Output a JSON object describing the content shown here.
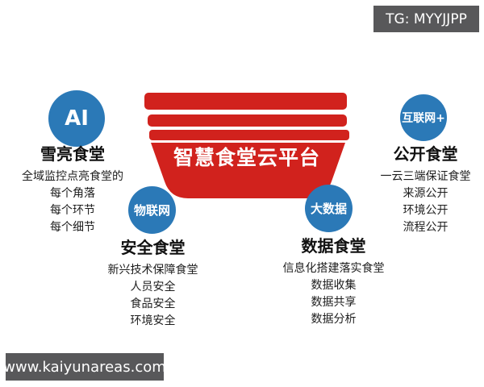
{
  "header_badge": {
    "label": "TG: MYYJJPP"
  },
  "footer_badge": {
    "label": "www.kaiyunareas.com"
  },
  "center_bowl": {
    "title": "智慧食堂云平台"
  },
  "groups": [
    {
      "circle_label": "AI",
      "heading": "雪亮食堂",
      "lines": [
        "全域监控点亮食堂的",
        "每个角落",
        "每个环节",
        "每个细节"
      ]
    },
    {
      "circle_label": "物联网",
      "heading": "安全食堂",
      "lines": [
        "新兴技术保障食堂",
        "人员安全",
        "食品安全",
        "环境安全"
      ]
    },
    {
      "circle_label": "大数据",
      "heading": "数据食堂",
      "lines": [
        "信息化搭建落实食堂",
        "数据收集",
        "数据共享",
        "数据分析"
      ]
    },
    {
      "circle_label": "互联网+",
      "heading": "公开食堂",
      "lines": [
        "一云三端保证食堂",
        "来源公开",
        "环境公开",
        "流程公开"
      ]
    }
  ],
  "colors": {
    "red": "#d1221d",
    "blue": "#2b79b7",
    "badge-gray": "#58585a",
    "text": "#1d1d1d"
  }
}
